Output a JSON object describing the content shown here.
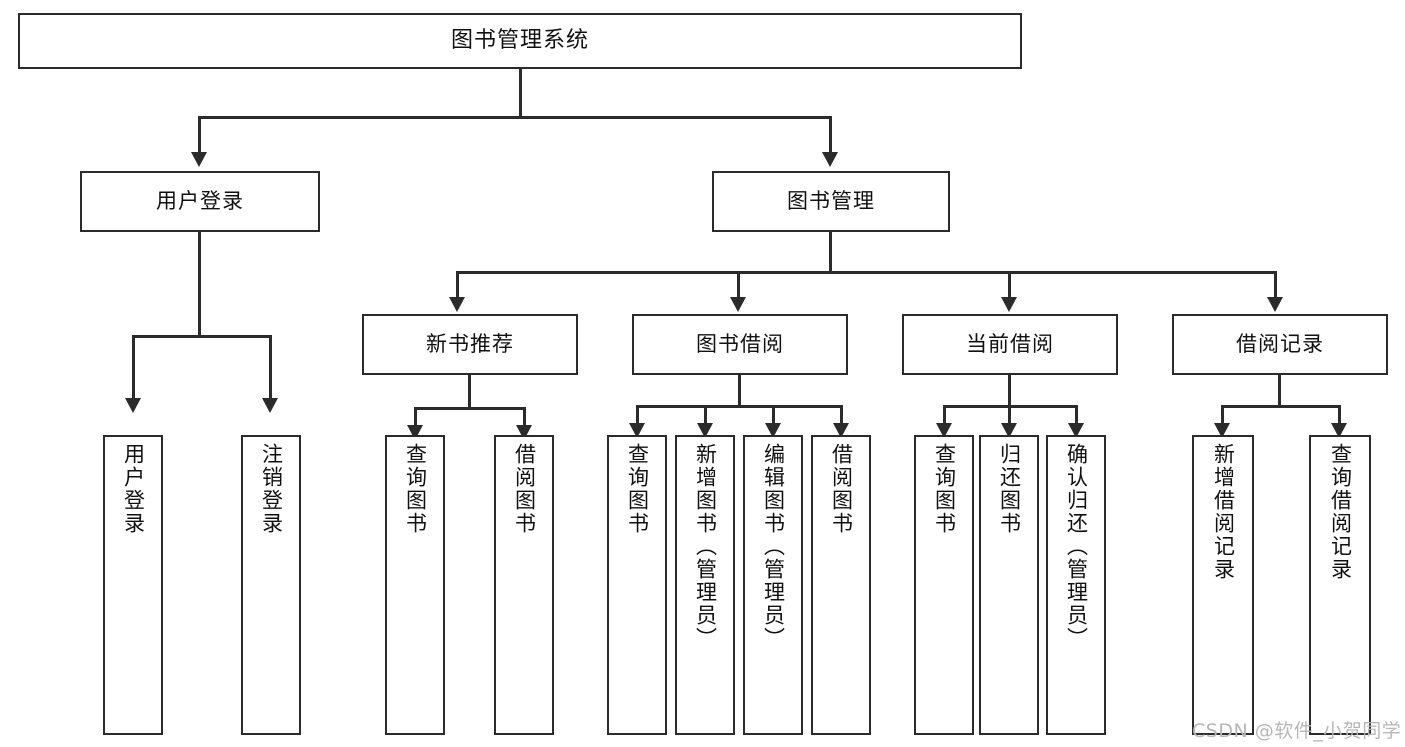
{
  "diagram": {
    "title": "图书管理系统",
    "type": "功能结构图",
    "root": {
      "label": "图书管理系统"
    },
    "level1": [
      {
        "label": "用户登录"
      },
      {
        "label": "图书管理"
      }
    ],
    "level2": [
      {
        "label": "新书推荐"
      },
      {
        "label": "图书借阅"
      },
      {
        "label": "当前借阅"
      },
      {
        "label": "借阅记录"
      }
    ],
    "leaves": {
      "user_login": [
        {
          "label": "用户登录"
        },
        {
          "label": "注销登录"
        }
      ],
      "new_book": [
        {
          "label": "查询图书"
        },
        {
          "label": "借阅图书"
        }
      ],
      "book_borrow": [
        {
          "label": "查询图书"
        },
        {
          "label": "新增图书（管理员）"
        },
        {
          "label": "编辑图书（管理员）"
        },
        {
          "label": "借阅图书"
        }
      ],
      "current_borrow": [
        {
          "label": "查询图书"
        },
        {
          "label": "归还图书"
        },
        {
          "label": "确认归还（管理员）"
        }
      ],
      "borrow_record": [
        {
          "label": "新增借阅记录"
        },
        {
          "label": "查询借阅记录"
        }
      ]
    }
  },
  "watermark": {
    "text": "CSDN @软件_小贺同学"
  },
  "colors": {
    "stroke": "#2b2b2b",
    "background": "#ffffff",
    "text": "#111111",
    "watermark": "#b7b7b7"
  }
}
